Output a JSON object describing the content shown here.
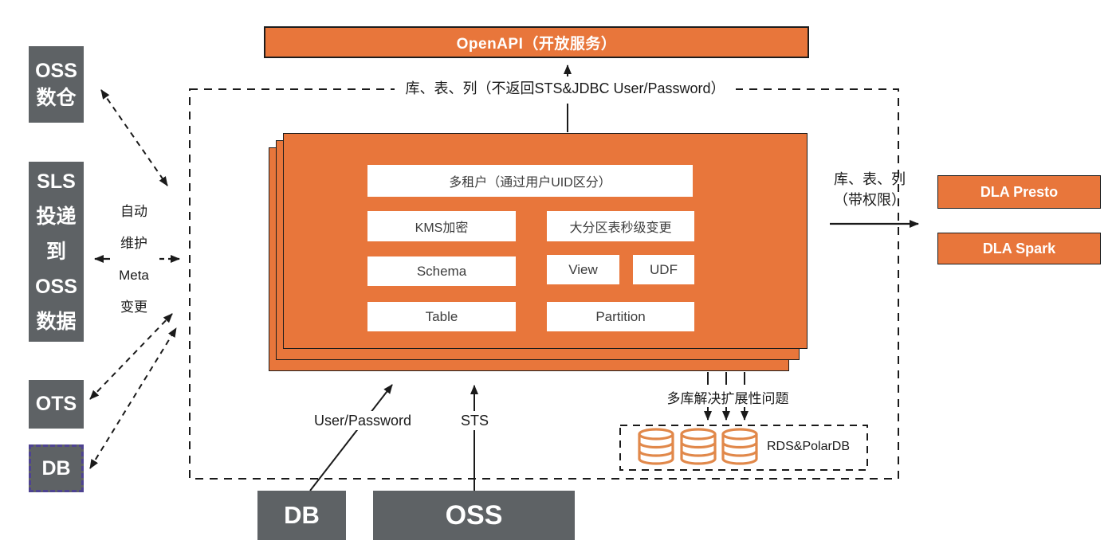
{
  "colors": {
    "orange": "#E8763B",
    "cylinder_orange": "#E1884A",
    "gray": "#5E6265",
    "purple_dash": "#4E4391",
    "line": "#1a1a1a"
  },
  "banner": {
    "label": "OpenAPI（开放服务）"
  },
  "dashed_container": {
    "top_label": "库、表、列（不返回STS&JDBC User/Password）"
  },
  "left_column": {
    "oss_warehouse": "OSS\n数仓",
    "sls_delivery": "SLS\n投递\n到\nOSS\n数据",
    "ots": "OTS",
    "db": "DB",
    "meta_note": "自动\n维护\nMeta\n变更"
  },
  "meta_stack": {
    "tenant": "多租户（通过用户UID区分）",
    "kms": "KMS加密",
    "partition_change": "大分区表秒级变更",
    "schema": "Schema",
    "view": "View",
    "udf": "UDF",
    "table": "Table",
    "partition": "Partition"
  },
  "right_column": {
    "perm_label": "库、表、列\n（带权限）",
    "dla_presto": "DLA Presto",
    "dla_spark": "DLA Spark"
  },
  "bottom": {
    "user_password": "User/Password",
    "sts": "STS",
    "multi_db_note": "多库解决扩展性问题",
    "rds_label": "RDS&PolarDB",
    "db": "DB",
    "oss": "OSS"
  }
}
